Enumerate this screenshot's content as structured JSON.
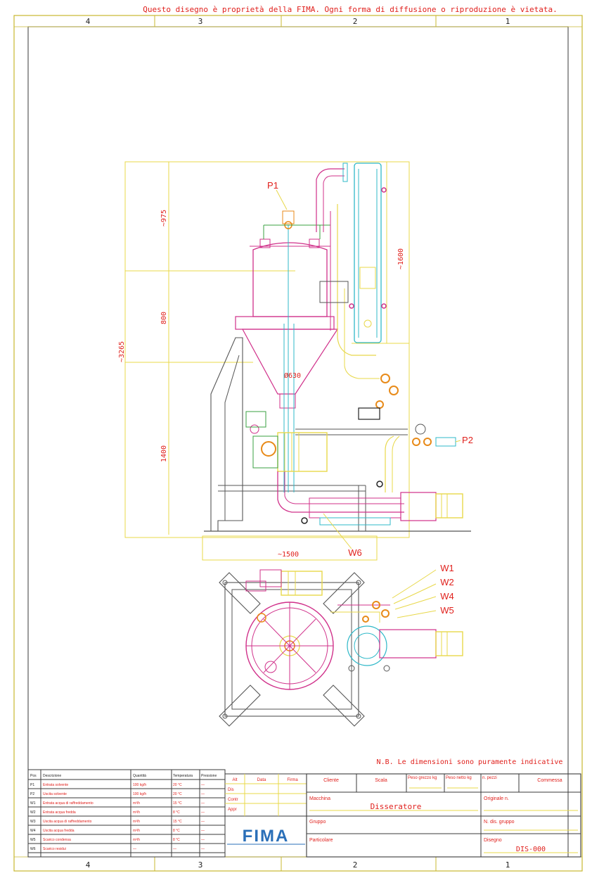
{
  "header_notice": "Questo disegno è proprietà della FIMA. Ogni forma di diffusione o riproduzione è vietata.",
  "border_columns": [
    "4",
    "3",
    "2",
    "1"
  ],
  "dimensions": {
    "overall_height": "~3265",
    "upper_height": "~975",
    "column_height": "~1600",
    "middle_height": "800",
    "lower_height": "1400",
    "diameter": "Ø630",
    "width": "~1500"
  },
  "callouts": {
    "p1": "P1",
    "p2": "P2",
    "w6": "W6",
    "w1": "W1",
    "w2": "W2",
    "w4": "W4",
    "w5": "W5"
  },
  "note": "N.B. Le dimensioni sono puramente indicative",
  "connections_table": {
    "headers": [
      "Pos",
      "Descrizione",
      "Quantità",
      "Temperatura",
      "Pressione"
    ],
    "rows": [
      {
        "pos": "P1",
        "desc": "Entrata solvente",
        "qty": "100 kg/h",
        "temp": "20 °C",
        "press": "—"
      },
      {
        "pos": "P2",
        "desc": "Uscita solvente",
        "qty": "100 kg/h",
        "temp": "20 °C",
        "press": "—"
      },
      {
        "pos": "W1",
        "desc": "Entrata acqua di raffreddamento",
        "qty": "m³/h",
        "temp": "15 °C",
        "press": "—"
      },
      {
        "pos": "W2",
        "desc": "Entrata acqua fredda",
        "qty": "m³/h",
        "temp": "8 °C",
        "press": "—"
      },
      {
        "pos": "W3",
        "desc": "Uscita acqua di raffreddamento",
        "qty": "m³/h",
        "temp": "15 °C",
        "press": "—"
      },
      {
        "pos": "W4",
        "desc": "Uscita acqua fredda",
        "qty": "m³/h",
        "temp": "8 °C",
        "press": "—"
      },
      {
        "pos": "W5",
        "desc": "Scarico condensa",
        "qty": "m³/h",
        "temp": "8 °C",
        "press": "—"
      },
      {
        "pos": "W6",
        "desc": "Scarico residui",
        "qty": "—",
        "temp": "—",
        "press": "—"
      }
    ]
  },
  "revision_block": {
    "headers": [
      "Alt",
      "Data",
      "Firma"
    ],
    "rows": [
      "Dis",
      "Contr",
      "Appr"
    ]
  },
  "logo": "FIMA",
  "title_block": {
    "cliente_label": "Cliente",
    "scala_label": "Scala",
    "peso_grezzo_label": "Peso grezzo kg",
    "peso_netto_label": "Peso netto kg",
    "n_pezzi_label": "n. pezzi",
    "commessa_label": "Commessa",
    "macchina_label": "Macchina",
    "macchina_value": "Disseratore",
    "originale_label": "Originale n.",
    "gruppo_label": "Gruppo",
    "n_dis_gruppo_label": "N. dis. gruppo",
    "particolare_label": "Particolare",
    "disegno_label": "Disegno",
    "disegno_value": "DIS-000"
  },
  "colors": {
    "border": "#c9b830",
    "frame_line": "#3a3a3a",
    "red_text": "#e0201c",
    "yellow_line": "#e8d84a",
    "magenta_line": "#d0308a",
    "cyan_line": "#2fb8c8",
    "orange_fitting": "#e88a18",
    "green_line": "#3aa040",
    "dark_line": "#555555"
  }
}
